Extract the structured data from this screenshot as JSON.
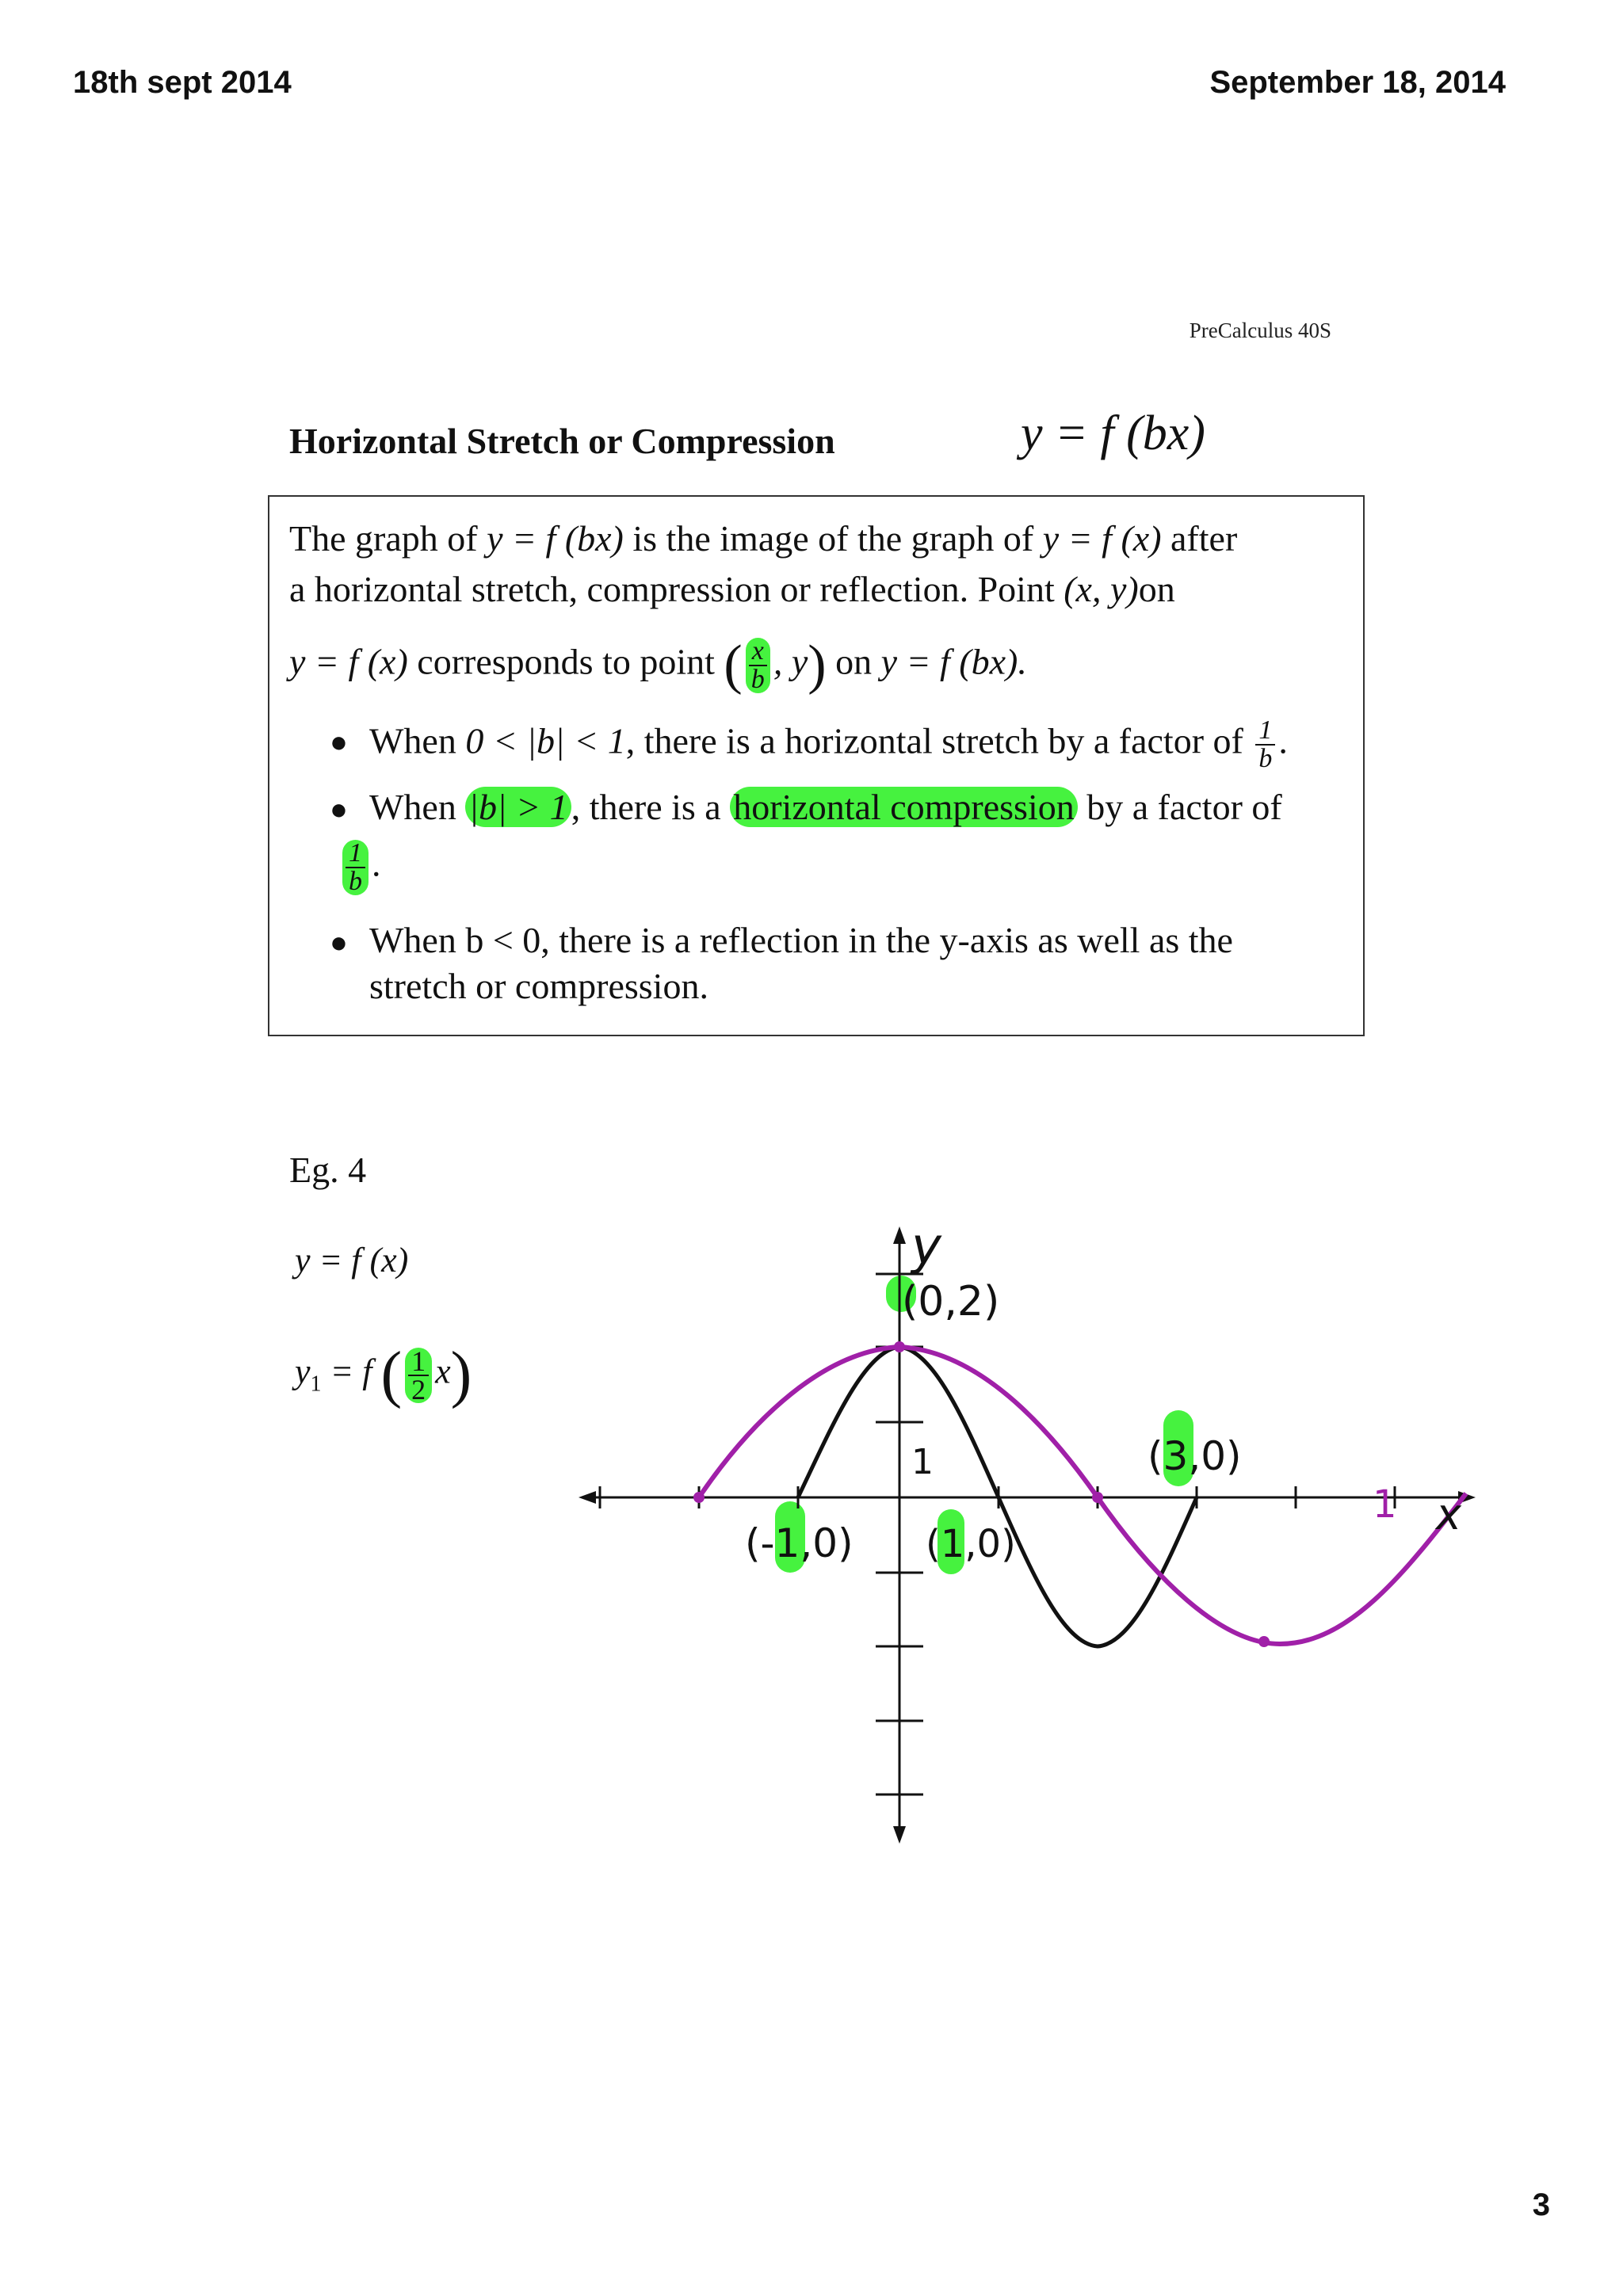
{
  "header": {
    "left_title": "18th sept 2014",
    "right_date": "September 18, 2014"
  },
  "course": "PreCalculus 40S",
  "section": {
    "title": "Horizontal Stretch or Compression",
    "formula": "y = f (bx)"
  },
  "definition": {
    "line1a": "The graph of ",
    "eq_a": "y = f (bx)",
    "line1b": " is the image of the graph of ",
    "eq_b": "y = f (x)",
    "line1c": " after",
    "line2a": "a horizontal stretch, compression or reflection. Point ",
    "eq_c": "(x, y)",
    "line2b": "on",
    "line3a": "y = f (x)",
    "line3b": " corresponds to point ",
    "point_num": "x",
    "point_den": "b",
    "point_y": ", y",
    "line3c": " on ",
    "line3d": "y = f (bx)."
  },
  "bullets": [
    {
      "pre": "When ",
      "cond": "0 < |b| < 1",
      "post": ", there is a horizontal stretch by a factor of ",
      "frac_num": "1",
      "frac_den": "b",
      "end": "."
    },
    {
      "pre": "When ",
      "cond": "|b| > 1",
      "post": ", there is a ",
      "highlight": "horizontal compression",
      "post2": " by a factor of",
      "frac_num": "1",
      "frac_den": "b",
      "end": "."
    },
    {
      "line1": "When b < 0, there is a reflection in the y-axis as well as the",
      "line2": "stretch or compression."
    }
  ],
  "example": {
    "label": "Eg. 4",
    "eq1": "y = f (x)",
    "eq2_left": "y",
    "eq2_sub": "1",
    "eq2_mid": " = f ",
    "eq2_num": "1",
    "eq2_den": "2",
    "eq2_x": "x"
  },
  "graph_annotations": {
    "y_axis": "y",
    "x_axis": "x",
    "p1": "(0,2)",
    "p2": "(3,0)",
    "p3": "(-1,0)",
    "p4": "(1,0)",
    "tick_one_y": "1",
    "tick_one_x": "1"
  },
  "colors": {
    "highlight": "#46f23f",
    "pink_curve": "#a020a8",
    "black_curve": "#111111"
  },
  "page_number": "3"
}
